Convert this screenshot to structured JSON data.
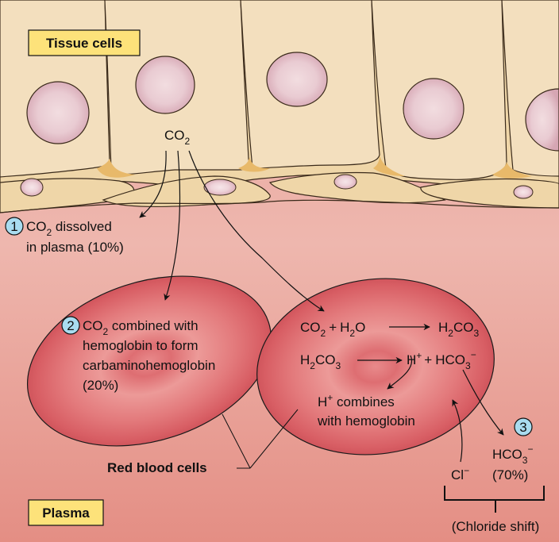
{
  "title_labels": {
    "tissue_cells": "Tissue cells",
    "plasma": "Plasma",
    "red_blood_cells": "Red blood cells"
  },
  "source": {
    "co2_main": "CO",
    "co2_sub": "2"
  },
  "steps": [
    {
      "number": "1",
      "line1_pre": "CO",
      "line1_sub": "2",
      "line1_post": " dissolved",
      "line2": "in plasma (10%)"
    },
    {
      "number": "2",
      "line1_pre": "CO",
      "line1_sub": "2",
      "line1_post": " combined with",
      "line2": "hemoglobin to form",
      "line3": "carbaminohemoglobin",
      "line4": "(20%)"
    },
    {
      "number": "3",
      "ion_main": "HCO",
      "ion_sub": "3",
      "ion_sup": "−",
      "percent": "(70%)"
    }
  ],
  "reactions": {
    "r1_left_a": "CO",
    "r1_left_a_sub": "2",
    "r1_plus": "+",
    "r1_left_b_pre": "H",
    "r1_left_b_sub": "2",
    "r1_left_b_post": "O",
    "r1_right_pre": "H",
    "r1_right_sub": "2",
    "r1_right_mid": "CO",
    "r1_right_sub2": "3",
    "r2_left_pre": "H",
    "r2_left_sub": "2",
    "r2_left_mid": "CO",
    "r2_left_sub2": "3",
    "r2_right_h": "H",
    "r2_right_h_sup": "+",
    "r2_plus": "+",
    "r2_right_ion": "HCO",
    "r2_right_ion_sub": "3",
    "r2_right_ion_sup": "−",
    "h_line1_pre": "H",
    "h_line1_sup": "+",
    "h_line1_post": " combines",
    "h_line2": "with hemoglobin"
  },
  "chloride": {
    "ion": "Cl",
    "ion_sup": "−",
    "shift_label": "(Chloride shift)"
  },
  "colors": {
    "tissue": "#f3dfbe",
    "interstitial": "#e8b96a",
    "endothelium": "#efd6a8",
    "nucleus": "#e6c3cc",
    "plasma_top": "#e8a39a",
    "plasma_bottom": "#e59389",
    "rbc": "#e2747a",
    "label_box": "#fde27a",
    "badge": "#a9dcf0"
  }
}
